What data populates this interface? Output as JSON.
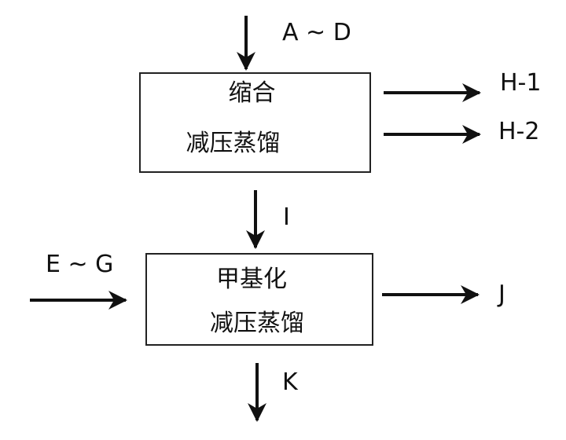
{
  "diagram": {
    "boxes": [
      {
        "id": "box-1",
        "lines": [
          "缩合",
          "减压蒸馏"
        ]
      },
      {
        "id": "box-2",
        "lines": [
          "甲基化",
          "减压蒸馏"
        ]
      }
    ],
    "labels": {
      "input_top": "A ~ D",
      "output_h1": "H-1",
      "output_h2": "H-2",
      "intermediate": "I",
      "input_left": "E ~ G",
      "output_j": "J",
      "output_k": "K"
    },
    "stroke_color": "#111111"
  }
}
